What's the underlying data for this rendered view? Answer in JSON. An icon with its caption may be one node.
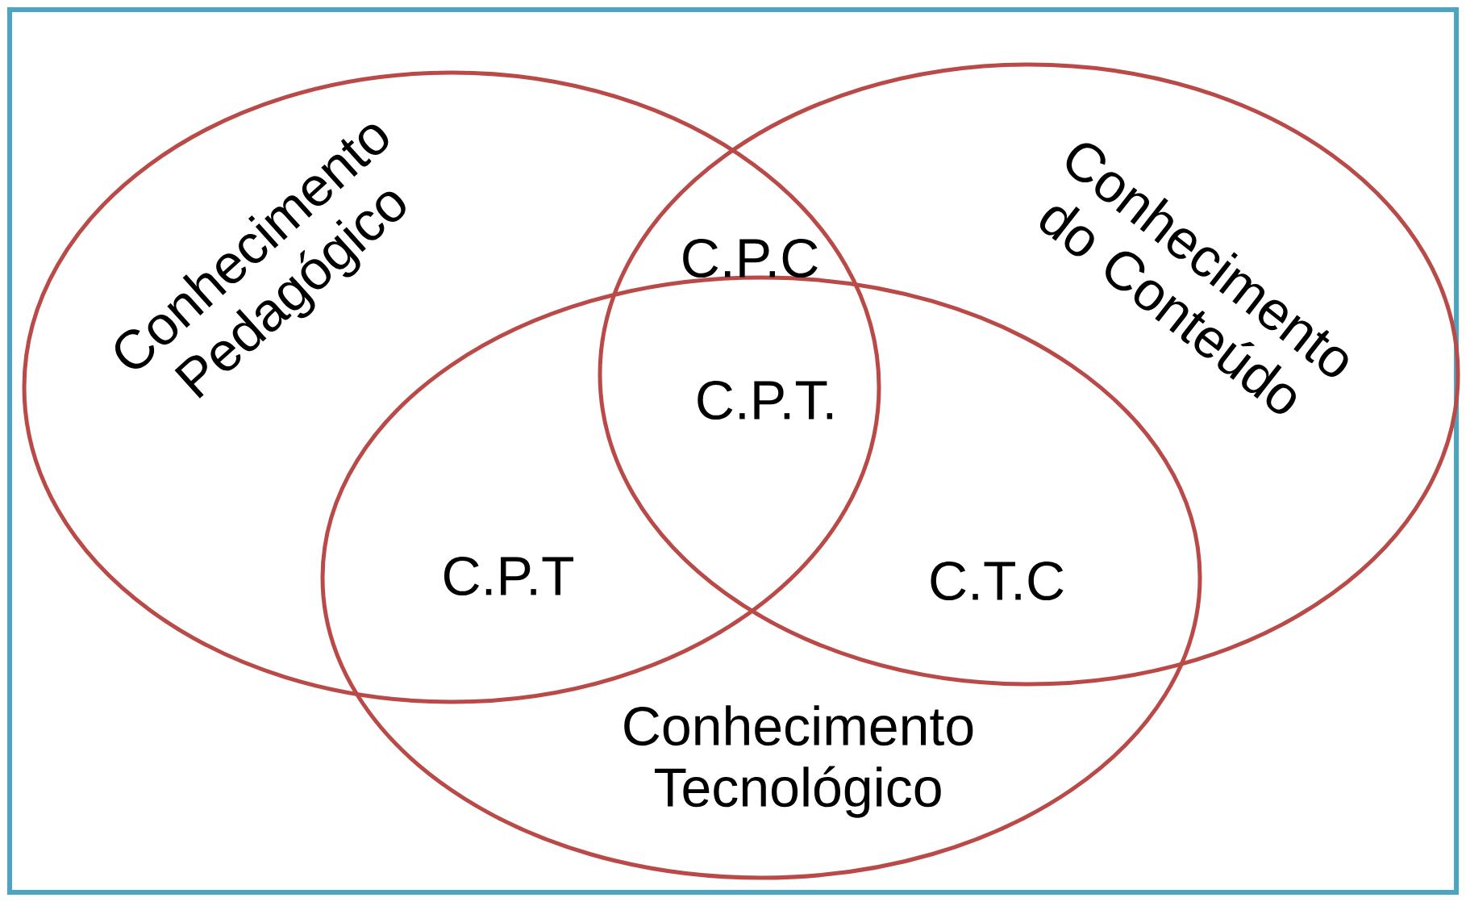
{
  "diagram": {
    "nodes": [
      {
        "text": [
          "Conhecimento Pedagógico"
        ]
      },
      {
        "text": [
          "Conhecimento do Conteúdo"
        ]
      },
      {
        "text": [
          "Conhecimento Tecnológico"
        ]
      }
    ],
    "labels": [
      "C.P.C",
      "C.P.T.",
      "C.P.T",
      "C.T.C"
    ]
  }
}
